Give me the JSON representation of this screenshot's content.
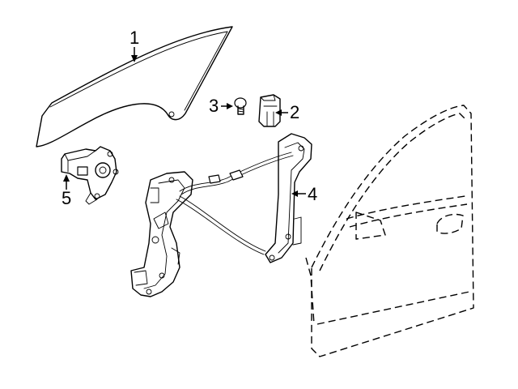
{
  "callouts": [
    {
      "id": "glass",
      "label": "1"
    },
    {
      "id": "guide",
      "label": "2"
    },
    {
      "id": "bolt",
      "label": "3"
    },
    {
      "id": "regulator",
      "label": "4"
    },
    {
      "id": "motor",
      "label": "5"
    }
  ]
}
